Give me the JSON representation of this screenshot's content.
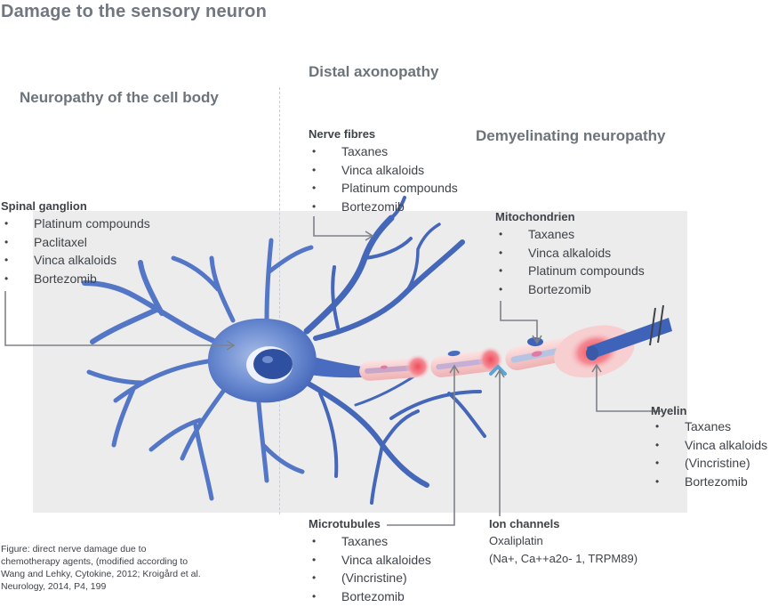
{
  "title": "Damage to the sensory neuron",
  "sections": {
    "cell_body": "Neuropathy of the cell body",
    "distal": "Distal axonopathy",
    "demyelinating": "Demyelinating neuropathy"
  },
  "groups": {
    "spinal_ganglion": {
      "title": "Spinal ganglion",
      "items": [
        "Platinum compounds",
        "Paclitaxel",
        "Vinca alkaloids",
        "Bortezomib"
      ]
    },
    "nerve_fibres": {
      "title": "Nerve fibres",
      "items": [
        "Taxanes",
        "Vinca alkaloids",
        "Platinum compounds",
        "Bortezomib"
      ]
    },
    "mitochondrien": {
      "title": "Mitochondrien",
      "items": [
        "Taxanes",
        "Vinca alkaloids",
        "Platinum compounds",
        "Bortezomib"
      ]
    },
    "myelin": {
      "title": "Myelin",
      "items": [
        "Taxanes",
        "Vinca alkaloids",
        "(Vincristine)",
        "Bortezomib"
      ]
    },
    "microtubules": {
      "title": "Microtubules",
      "items": [
        "Taxanes",
        "Vinca alkaloides",
        "(Vincristine)",
        "Bortezomib"
      ]
    },
    "ion_channels": {
      "title": "Ion channels",
      "lines": [
        "Oxaliplatin",
        "(Na+, Ca++a2o- 1, TRPM89)"
      ]
    }
  },
  "caption": "Figure: direct nerve damage due to chemotherapy agents, (modified according to Wang and Lehky, Cytokine, 2012; Kroigård et al. Neurology, 2014, P4, 199",
  "colors": {
    "neuron": "#4f72c4",
    "neuron_dark": "#3a5aa8",
    "myelin": "#f5c6c6",
    "node": "#ef5a66",
    "panel": "#ececec",
    "pointer": "#7d8288",
    "text": "#3e4349",
    "heading": "#6c737b"
  }
}
